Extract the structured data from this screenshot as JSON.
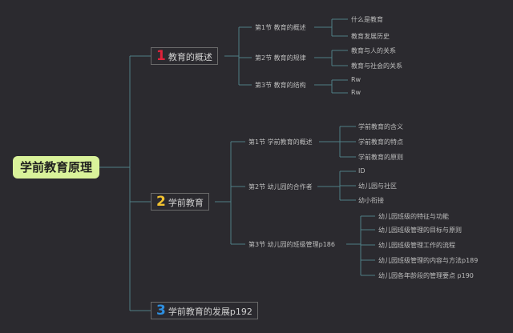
{
  "root": {
    "label": "学前教育原理",
    "color": "#d9f29a"
  },
  "branches": [
    {
      "num": "1",
      "num_color": "#e0223a",
      "label": "教育的概述",
      "sections": [
        {
          "label": "第1节 教育的概述",
          "items": [
            "什么是教育",
            "教育发展历史"
          ]
        },
        {
          "label": "第2节 教育的规律",
          "items": [
            "教育与人的关系",
            "教育与社会的关系"
          ]
        },
        {
          "label": "第3节 教育的结构",
          "items": [
            "Rw",
            "Rw"
          ]
        }
      ]
    },
    {
      "num": "2",
      "num_color": "#f2c230",
      "label": "学前教育",
      "sections": [
        {
          "label": "第1节 学前教育的概述",
          "items": [
            "学前教育的含义",
            "学前教育的特点",
            "学前教育的原则"
          ]
        },
        {
          "label": "第2节 幼儿园的合作者",
          "items": [
            "ID",
            "幼儿园与社区",
            "幼小衔接"
          ]
        },
        {
          "label": "第3节 幼儿园的班级管理p186",
          "items": [
            "幼儿园班级的特征与功能",
            "幼儿园班级管理的目标与原则",
            "幼儿园班级管理工作的流程",
            "幼儿园班级管理的内容与方法p189",
            "幼儿园各年龄段的管理要点 p190"
          ]
        }
      ]
    },
    {
      "num": "3",
      "num_color": "#2e8fe0",
      "label": "学前教育的发展p192",
      "sections": []
    }
  ],
  "colors": {
    "background": "#2b2a2f",
    "connector": "#4f7f86",
    "box_border": "#6a6a6a"
  }
}
